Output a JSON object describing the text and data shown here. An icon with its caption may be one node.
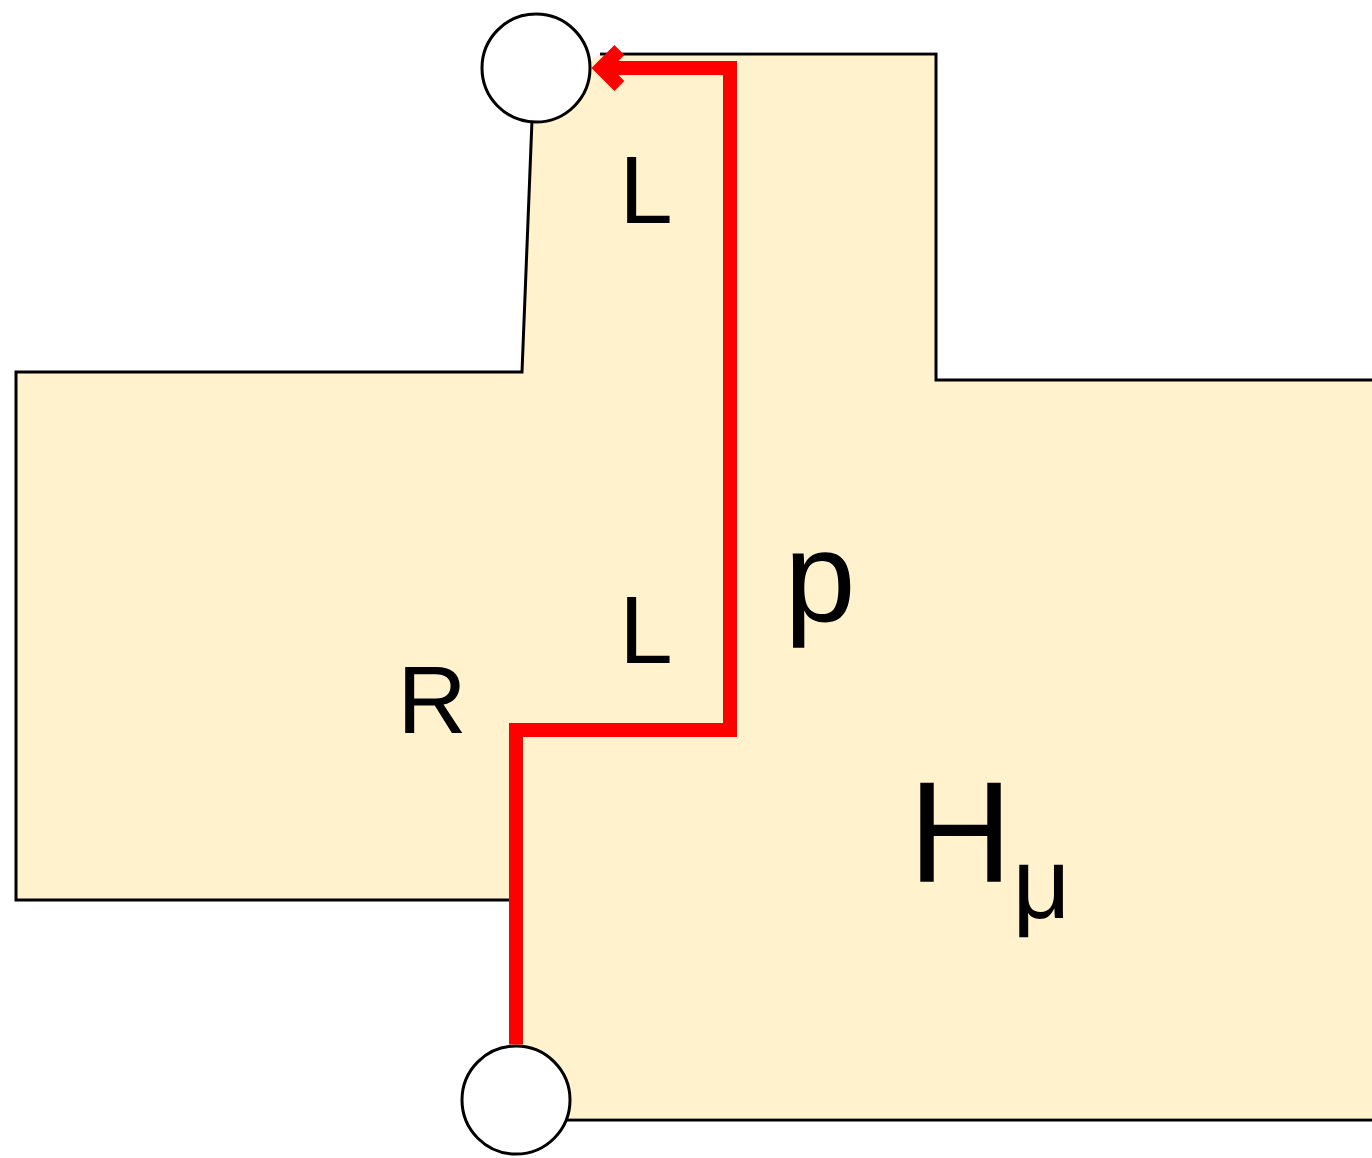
{
  "diagram": {
    "nodes": [
      {
        "text": [],
        "shape": "circle"
      },
      {
        "text": [],
        "shape": "circle"
      }
    ],
    "edges": [
      {
        "from": 1,
        "to": 0,
        "arrow": "to",
        "color": "#ff0000"
      }
    ],
    "labels": [
      "L",
      "p",
      "L",
      "R",
      "H$_{μ}$"
    ]
  }
}
